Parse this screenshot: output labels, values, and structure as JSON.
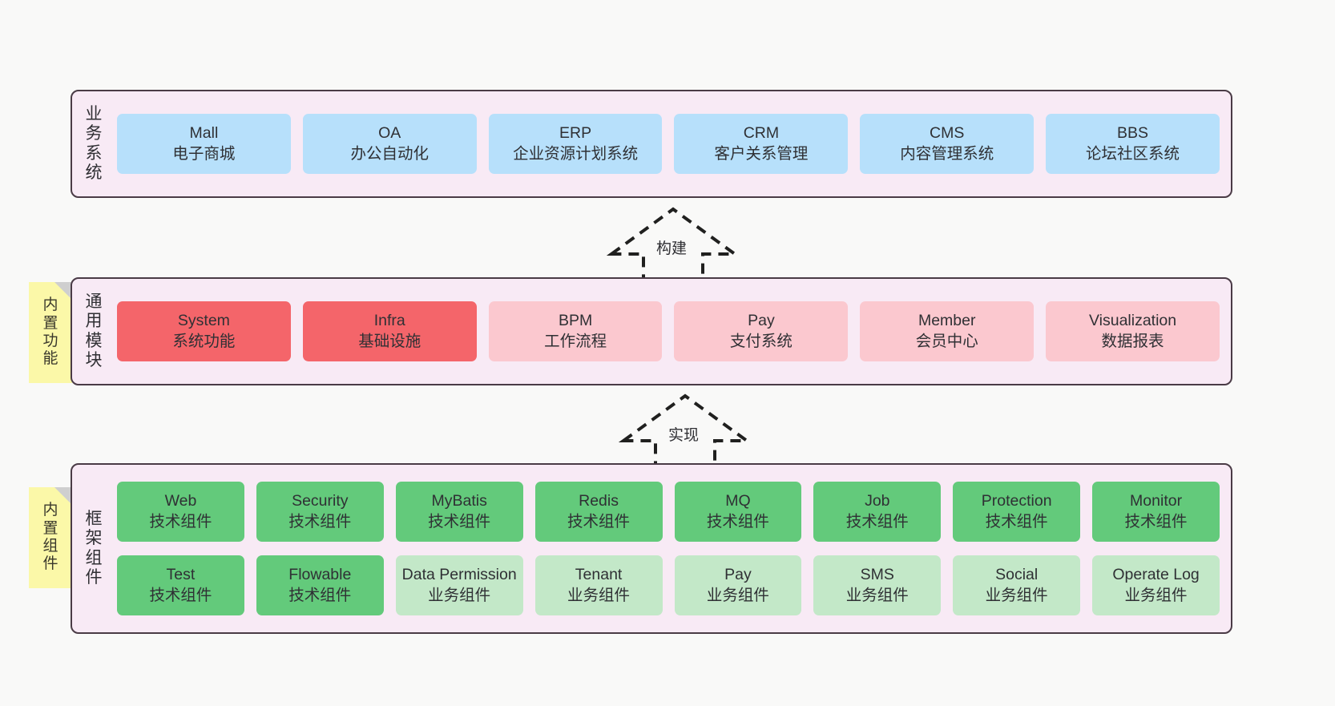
{
  "diagram": {
    "background_color": "#f9f9f8",
    "layer_fill": "#f8eaf5",
    "layer_border": "#4a3b46",
    "note_color": "#fbf8a8",
    "colors": {
      "business": "#b7e0fb",
      "module_core": "#f4656a",
      "module_optional": "#fbc8cf",
      "tech_component": "#63ca7b",
      "biz_component": "#c3e8c8"
    }
  },
  "layers": {
    "business": {
      "title_chars": [
        "业",
        "务",
        "系",
        "统"
      ],
      "cards": [
        {
          "name": "Mall",
          "desc": "电子商城"
        },
        {
          "name": "OA",
          "desc": "办公自动化"
        },
        {
          "name": "ERP",
          "desc": "企业资源计划系统"
        },
        {
          "name": "CRM",
          "desc": "客户关系管理"
        },
        {
          "name": "CMS",
          "desc": "内容管理系统"
        },
        {
          "name": "BBS",
          "desc": "论坛社区系统"
        }
      ]
    },
    "common": {
      "title_chars": [
        "通",
        "用",
        "模",
        "块"
      ],
      "note_chars": [
        "内",
        "置",
        "功",
        "能"
      ],
      "cards": [
        {
          "name": "System",
          "desc": "系统功能",
          "style": "core"
        },
        {
          "name": "Infra",
          "desc": "基础设施",
          "style": "core"
        },
        {
          "name": "BPM",
          "desc": "工作流程",
          "style": "optional"
        },
        {
          "name": "Pay",
          "desc": "支付系统",
          "style": "optional"
        },
        {
          "name": "Member",
          "desc": "会员中心",
          "style": "optional"
        },
        {
          "name": "Visualization",
          "desc": "数据报表",
          "style": "optional"
        }
      ]
    },
    "framework": {
      "title_chars": [
        "框",
        "架",
        "组",
        "件"
      ],
      "note_chars": [
        "内",
        "置",
        "组",
        "件"
      ],
      "row1": [
        {
          "name": "Web",
          "desc": "技术组件",
          "style": "tech"
        },
        {
          "name": "Security",
          "desc": "技术组件",
          "style": "tech"
        },
        {
          "name": "MyBatis",
          "desc": "技术组件",
          "style": "tech"
        },
        {
          "name": "Redis",
          "desc": "技术组件",
          "style": "tech"
        },
        {
          "name": "MQ",
          "desc": "技术组件",
          "style": "tech"
        },
        {
          "name": "Job",
          "desc": "技术组件",
          "style": "tech"
        },
        {
          "name": "Protection",
          "desc": "技术组件",
          "style": "tech"
        },
        {
          "name": "Monitor",
          "desc": "技术组件",
          "style": "tech"
        }
      ],
      "row2": [
        {
          "name": "Test",
          "desc": "技术组件",
          "style": "tech"
        },
        {
          "name": "Flowable",
          "desc": "技术组件",
          "style": "tech"
        },
        {
          "name": "Data Permission",
          "desc": "业务组件",
          "style": "biz"
        },
        {
          "name": "Tenant",
          "desc": "业务组件",
          "style": "biz"
        },
        {
          "name": "Pay",
          "desc": "业务组件",
          "style": "biz"
        },
        {
          "name": "SMS",
          "desc": "业务组件",
          "style": "biz"
        },
        {
          "name": "Social",
          "desc": "业务组件",
          "style": "biz"
        },
        {
          "name": "Operate Log",
          "desc": "业务组件",
          "style": "biz"
        }
      ]
    }
  },
  "arrows": [
    {
      "id": "build",
      "label": "构建",
      "from": "common",
      "to": "business"
    },
    {
      "id": "impl",
      "label": "实现",
      "from": "framework",
      "to": "common"
    }
  ]
}
